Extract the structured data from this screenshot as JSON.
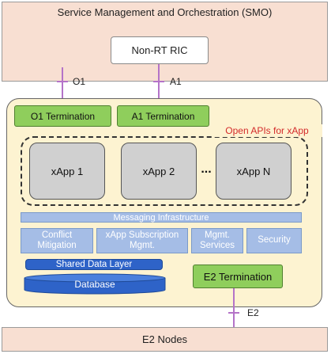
{
  "smo": {
    "title": "Service Management and Orchestration (SMO)"
  },
  "non_rt_ric": {
    "label": "Non-RT RIC"
  },
  "interfaces": {
    "o1": "O1",
    "a1": "A1",
    "e2": "E2"
  },
  "near_rt_ric": {
    "o1_termination": "O1 Termination",
    "a1_termination": "A1 Termination",
    "open_apis_label": "Open APIs for xApp",
    "xapps": [
      "xApp 1",
      "xApp 2",
      "xApp N"
    ],
    "ellipsis": "...",
    "messaging": "Messaging Infrastructure",
    "services": [
      {
        "line1": "Conflict",
        "line2": "Mitigation"
      },
      {
        "line1": "xApp Subscription",
        "line2": "Mgmt."
      },
      {
        "line1": "Mgmt.",
        "line2": "Services"
      },
      {
        "line1": "Security",
        "line2": ""
      }
    ],
    "shared_data_layer": "Shared Data Layer",
    "database": "Database",
    "e2_termination": "E2 Termination"
  },
  "e2_nodes": {
    "label": "E2 Nodes"
  },
  "colors": {
    "smo_fill": "#f8dfd2",
    "ric_fill": "#fdf3d1",
    "termination_green": "#8fce5c",
    "xapp_gray": "#d0d0d0",
    "service_blue": "#a5bde6",
    "data_blue": "#2e63c8",
    "interface_purple": "#b473c8",
    "open_api_red": "#d42a2a"
  }
}
